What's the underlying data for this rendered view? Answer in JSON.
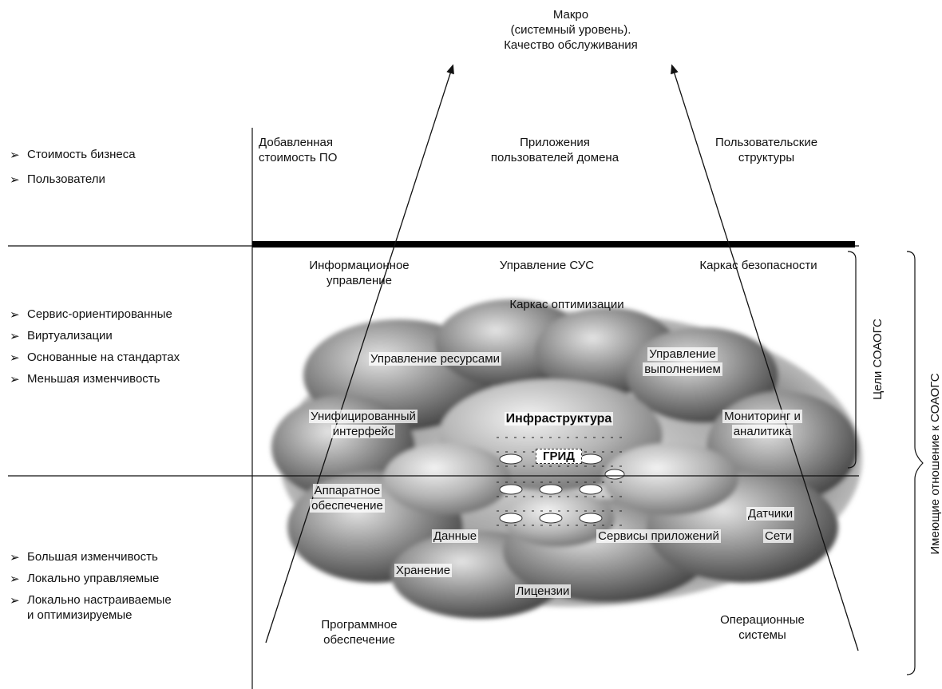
{
  "top_label": {
    "line1": "Макро",
    "line2": "(системный уровень).",
    "line3": "Качество обслуживания"
  },
  "left_groups": {
    "business": [
      "Стоимость бизнеса",
      "Пользователи"
    ],
    "middle": [
      "Сервис-ориентированные",
      "Виртуализации",
      "Основанные на стандартах",
      "Меньшая изменчивость"
    ],
    "bottom": [
      "Большая изменчивость",
      "Локально управляемые",
      "Локально настраиваемые",
      "и оптимизируемые"
    ]
  },
  "top_row": {
    "added_value": [
      "Добавленная",
      "стоимость ПО"
    ],
    "applications": [
      "Приложения",
      "пользователей домена"
    ],
    "user_structures": [
      "Пользовательские",
      "структуры"
    ]
  },
  "middle_section": {
    "info_management": [
      "Информационное",
      "управление"
    ],
    "sla_management": "Управление СУС",
    "security_frame": "Каркас безопасности",
    "optimization_frame": "Каркас оптимизации",
    "resource_management": "Управление ресурсами",
    "execution_management": [
      "Управление",
      "выполнением"
    ],
    "unified_interface": [
      "Унифицированный",
      "интерфейс"
    ],
    "infrastructure": "Инфраструктура",
    "grid": "ГРИД",
    "monitoring": [
      "Мониторинг и",
      "аналитика"
    ]
  },
  "bottom_section": {
    "hardware": [
      "Аппаратное",
      "обеспечение"
    ],
    "sensors": "Датчики",
    "data": "Данные",
    "app_services": "Сервисы приложений",
    "networks": "Сети",
    "storage": "Хранение",
    "licenses": "Лицензии",
    "software": [
      "Программное",
      "обеспечение"
    ],
    "os": [
      "Операционные",
      "системы"
    ]
  },
  "side_labels": {
    "goals": "Цели СОАОГС",
    "related": "Имеющие отношение к СОАОГС"
  },
  "colors": {
    "cloud_dark": "#555555",
    "cloud_mid": "#8c8c8c",
    "cloud_light": "#c9c9c9",
    "line": "#111111"
  }
}
